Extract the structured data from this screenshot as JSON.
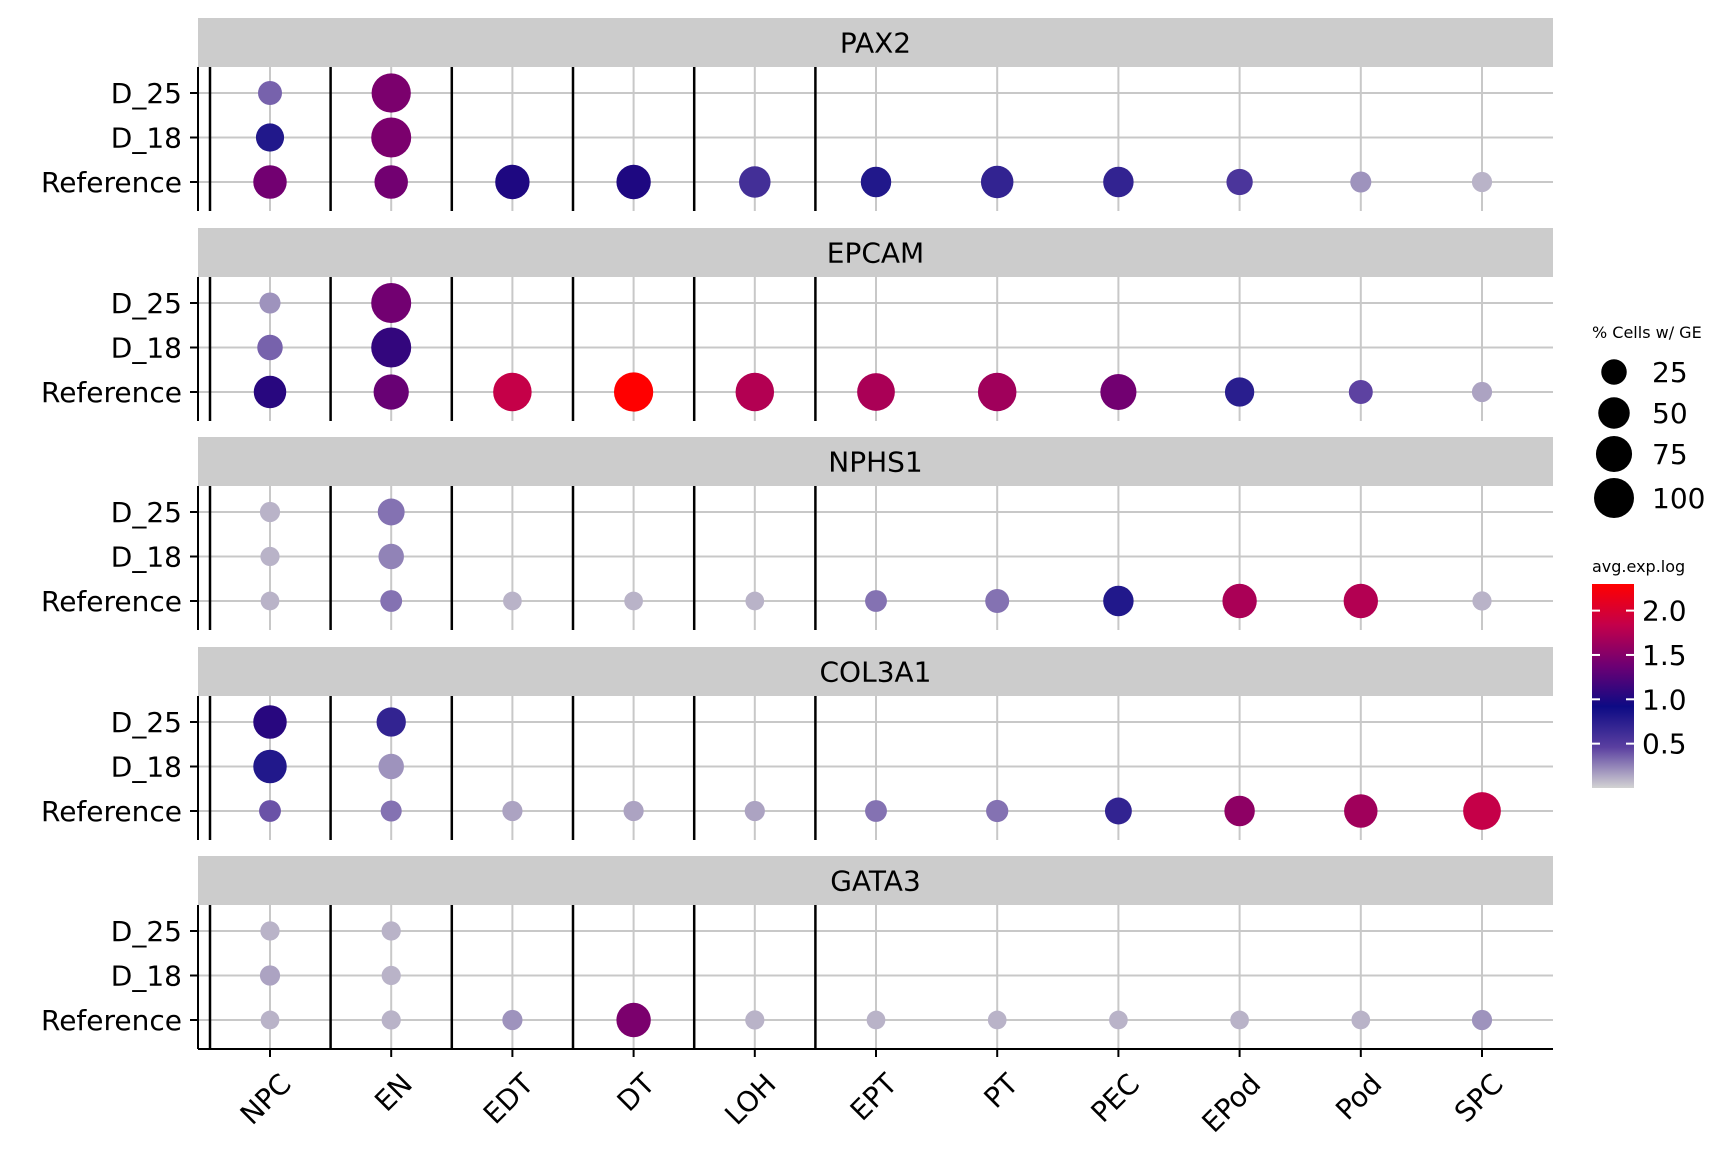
{
  "chart_data": {
    "type": "dot",
    "categories": [
      "NPC",
      "EN",
      "EDT",
      "DT",
      "LOH",
      "EPT",
      "PT",
      "PEC",
      "EPod",
      "Pod",
      "SPC"
    ],
    "rows": [
      "D_25",
      "D_18",
      "Reference"
    ],
    "panels": [
      {
        "gene": "PAX2",
        "size": {
          "D_25": [
            20,
            95,
            null,
            null,
            null,
            null,
            null,
            null,
            null,
            null,
            null
          ],
          "D_18": [
            35,
            100,
            null,
            null,
            null,
            null,
            null,
            null,
            null,
            null,
            null
          ],
          "Reference": [
            60,
            60,
            65,
            65,
            50,
            45,
            55,
            45,
            28,
            12,
            10
          ]
        },
        "expr": {
          "D_25": [
            0.35,
            1.45,
            null,
            null,
            null,
            null,
            null,
            null,
            null,
            null,
            null
          ],
          "D_18": [
            0.8,
            1.45,
            null,
            null,
            null,
            null,
            null,
            null,
            null,
            null,
            null
          ],
          "Reference": [
            1.4,
            1.4,
            1.0,
            1.0,
            0.6,
            0.8,
            0.7,
            0.7,
            0.55,
            0.2,
            0.1
          ]
        }
      },
      {
        "gene": "EPCAM",
        "size": {
          "D_25": [
            12,
            100,
            null,
            null,
            null,
            null,
            null,
            null,
            null,
            null,
            null
          ],
          "D_18": [
            25,
            100,
            null,
            null,
            null,
            null,
            null,
            null,
            null,
            null,
            null
          ],
          "Reference": [
            55,
            70,
            90,
            95,
            90,
            85,
            90,
            75,
            40,
            20,
            10
          ]
        },
        "expr": {
          "D_25": [
            0.2,
            1.4,
            null,
            null,
            null,
            null,
            null,
            null,
            null,
            null,
            null
          ],
          "D_18": [
            0.35,
            1.1,
            null,
            null,
            null,
            null,
            null,
            null,
            null,
            null,
            null
          ],
          "Reference": [
            1.05,
            1.35,
            1.85,
            2.3,
            1.75,
            1.7,
            1.65,
            1.4,
            0.75,
            0.45,
            0.15
          ]
        }
      },
      {
        "gene": "NPHS1",
        "size": {
          "D_25": [
            10,
            30,
            null,
            null,
            null,
            null,
            null,
            null,
            null,
            null,
            null
          ],
          "D_18": [
            8,
            25,
            null,
            null,
            null,
            null,
            null,
            null,
            null,
            null,
            null
          ],
          "Reference": [
            7,
            14,
            7,
            7,
            7,
            14,
            20,
            45,
            65,
            65,
            8
          ]
        },
        "expr": {
          "D_25": [
            0.1,
            0.3,
            null,
            null,
            null,
            null,
            null,
            null,
            null,
            null,
            null
          ],
          "D_18": [
            0.1,
            0.25,
            null,
            null,
            null,
            null,
            null,
            null,
            null,
            null,
            null
          ],
          "Reference": [
            0.1,
            0.3,
            0.1,
            0.1,
            0.1,
            0.3,
            0.3,
            0.8,
            1.7,
            1.75,
            0.1
          ]
        }
      },
      {
        "gene": "COL3A1",
        "size": {
          "D_25": [
            60,
            40,
            null,
            null,
            null,
            null,
            null,
            null,
            null,
            null,
            null
          ],
          "D_18": [
            60,
            25,
            null,
            null,
            null,
            null,
            null,
            null,
            null,
            null,
            null
          ],
          "Reference": [
            14,
            12,
            10,
            10,
            10,
            14,
            15,
            30,
            45,
            60,
            85
          ]
        },
        "expr": {
          "D_25": [
            1.05,
            0.7,
            null,
            null,
            null,
            null,
            null,
            null,
            null,
            null,
            null
          ],
          "D_18": [
            0.8,
            0.2,
            null,
            null,
            null,
            null,
            null,
            null,
            null,
            null,
            null
          ],
          "Reference": [
            0.4,
            0.3,
            0.15,
            0.15,
            0.15,
            0.3,
            0.3,
            0.7,
            1.55,
            1.65,
            1.85
          ]
        }
      },
      {
        "gene": "GATA3",
        "size": {
          "D_25": [
            8,
            8,
            null,
            null,
            null,
            null,
            null,
            null,
            null,
            null,
            null
          ],
          "D_18": [
            10,
            8,
            null,
            null,
            null,
            null,
            null,
            null,
            null,
            null,
            null
          ],
          "Reference": [
            7,
            8,
            10,
            65,
            8,
            7,
            7,
            7,
            7,
            7,
            10
          ]
        },
        "expr": {
          "D_25": [
            0.1,
            0.1,
            null,
            null,
            null,
            null,
            null,
            null,
            null,
            null,
            null
          ],
          "D_18": [
            0.15,
            0.1,
            null,
            null,
            null,
            null,
            null,
            null,
            null,
            null,
            null
          ],
          "Reference": [
            0.1,
            0.1,
            0.2,
            1.45,
            0.1,
            0.1,
            0.1,
            0.1,
            0.1,
            0.1,
            0.2
          ]
        }
      }
    ],
    "separators_after_categories": [
      "NPC",
      "EN",
      "EDT",
      "DT",
      "LOH"
    ],
    "size_legend": {
      "title": "% Cells w/ GE",
      "breaks": [
        25,
        50,
        75,
        100
      ],
      "labels": [
        "25",
        "50",
        "75",
        "100"
      ]
    },
    "color_legend": {
      "title": "avg.exp.log",
      "breaks": [
        0.5,
        1.0,
        1.5,
        2.0
      ],
      "labels": [
        "0.5",
        "1.0",
        "1.5",
        "2.0"
      ],
      "range": [
        0.0,
        2.3
      ],
      "gradient": [
        "#d3d3d3",
        "#5a3fa0",
        "#0d0a84",
        "#6e0073",
        "#c4004a",
        "#ff0000"
      ]
    },
    "grid": true,
    "legend_position": "right"
  }
}
